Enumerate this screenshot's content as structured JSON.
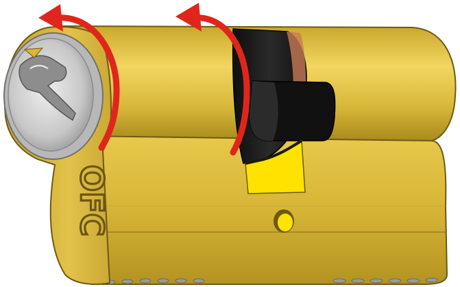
{
  "cylinder": {
    "brand_mark": "OFC",
    "body_color": "#d8b83a",
    "rotation_arrow_color": "#e0261c",
    "cam_color": "#1a1a1a",
    "plug_color": "#c9c9c9",
    "parts": [
      "euro-profile-body",
      "key-plug",
      "cam",
      "rotation-arrow",
      "rotation-arrow",
      "screw-hole",
      "pin-row"
    ]
  }
}
